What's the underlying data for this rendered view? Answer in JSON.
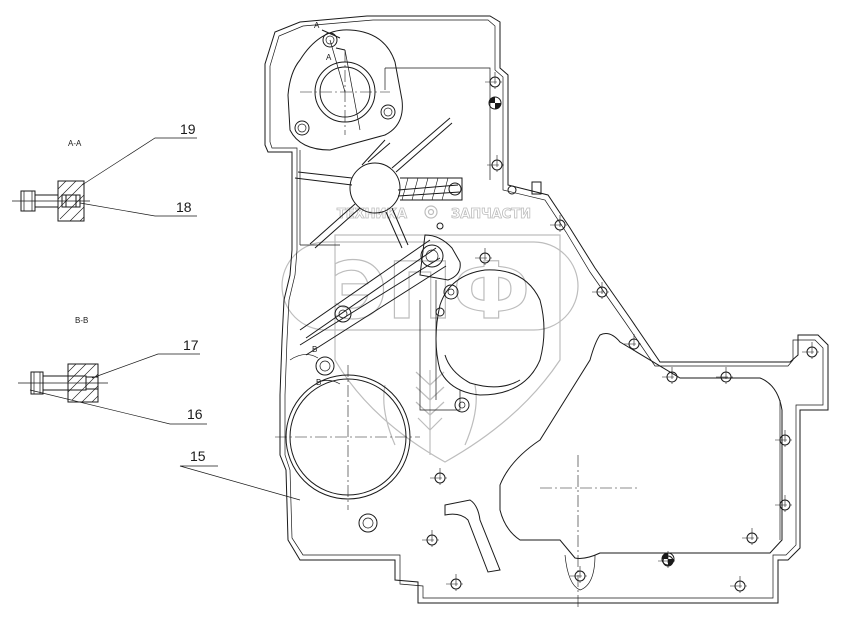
{
  "callouts": {
    "c15": "15",
    "c16": "16",
    "c17": "17",
    "c18": "18",
    "c19": "19"
  },
  "sections": {
    "aa_title": "A-A",
    "bb_title": "B-B",
    "mark_a": "A",
    "mark_b": "B"
  },
  "watermark": {
    "logo_text": "ЭПФ",
    "left_word": "ТЕХНИКА",
    "right_word": "ЗАПЧАСТИ"
  }
}
